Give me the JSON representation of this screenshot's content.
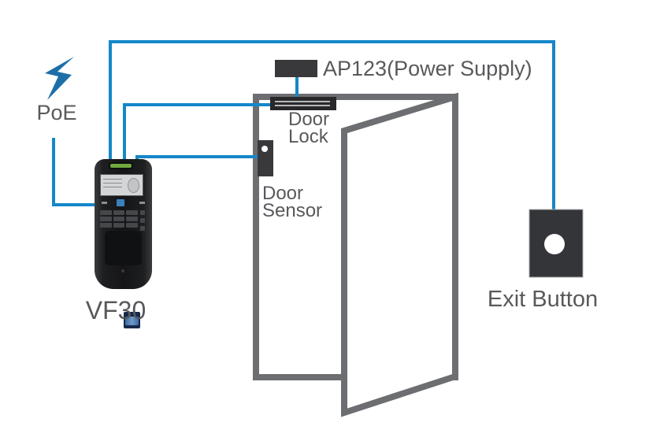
{
  "title": "Access control wiring diagram",
  "labels": {
    "poe": "PoE",
    "device_model": "VF30",
    "power_supply": "AP123(Power Supply)",
    "door_lock": {
      "line1": "Door",
      "line2": "Lock"
    },
    "door_sensor": {
      "line1": "Door",
      "line2": "Sensor"
    },
    "exit_button": "Exit Button"
  },
  "icons": {
    "poe_bolt": "lightning-bolt-icon"
  },
  "colors": {
    "wire_blue": "#1587c9",
    "bolt_blue": "#1c6fa8",
    "label_gray": "#58595b",
    "door_gray": "#6d6e71",
    "component_dark": "#39393b",
    "exit_button_dark": "#333538",
    "lock_bar_dark": "#29292b",
    "led_green": "#6fa83e"
  },
  "components": {
    "reader": "VF30 fingerprint reader",
    "power": "AP123 power supply",
    "lock": "Door lock",
    "sensor": "Door sensor",
    "exit": "Exit button",
    "door": "Door with open panel"
  }
}
